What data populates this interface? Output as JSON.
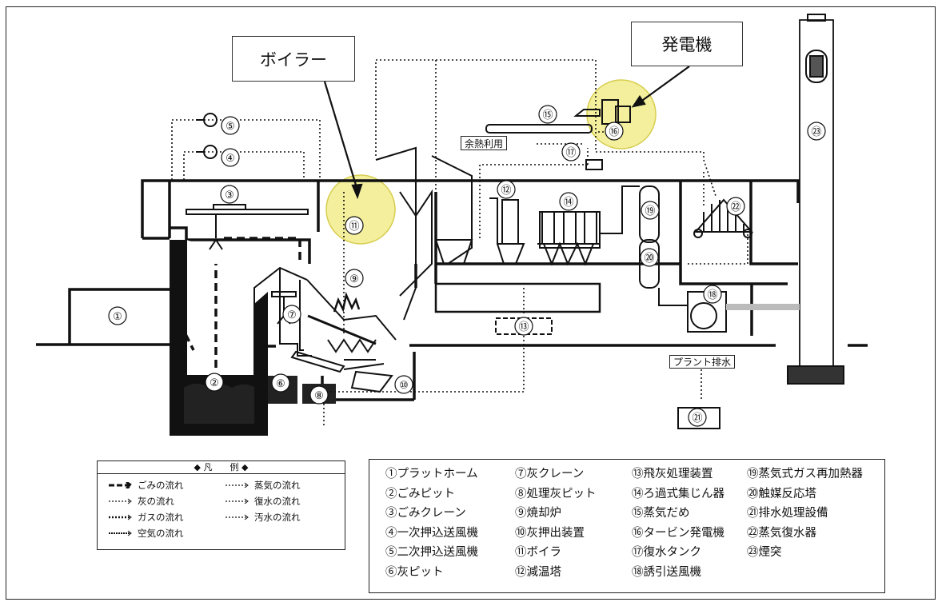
{
  "callouts": {
    "boiler": "ボイラー",
    "generator": "発電機"
  },
  "labels": {
    "waste_heat": "余熱利用",
    "plant_drain": "プラント排水"
  },
  "numbers": [
    "①",
    "②",
    "③",
    "④",
    "⑤",
    "⑥",
    "⑦",
    "⑧",
    "⑨",
    "⑩",
    "⑪",
    "⑫",
    "⑬",
    "⑭",
    "⑮",
    "⑯",
    "⑰",
    "⑱",
    "⑲",
    "⑳",
    "㉑",
    "㉒",
    "㉓"
  ],
  "legend": {
    "title": "◆ 凡　　例 ◆",
    "items": [
      {
        "style": "garbage",
        "label": "ごみの流れ"
      },
      {
        "style": "ash",
        "label": "灰の流れ"
      },
      {
        "style": "gas",
        "label": "ガスの流れ"
      },
      {
        "style": "air",
        "label": "空気の流れ"
      },
      {
        "style": "steam",
        "label": "蒸気の流れ"
      },
      {
        "style": "condensate",
        "label": "復水の流れ"
      },
      {
        "style": "sewage",
        "label": "汚水の流れ"
      }
    ]
  },
  "key": [
    [
      "①プラットホーム",
      "②ごみピット",
      "③ごみクレーン",
      "④一次押込送風機",
      "⑤二次押込送風機",
      "⑥灰ピット"
    ],
    [
      "⑦灰クレーン",
      "⑧処理灰ピット",
      "⑨焼却炉",
      "⑩灰押出装置",
      "⑪ボイラ",
      "⑫減温塔"
    ],
    [
      "⑬飛灰処理装置",
      "⑭ろ過式集じん器",
      "⑮蒸気だめ",
      "⑯タービン発電機",
      "⑰復水タンク",
      "⑱誘引送風機"
    ],
    [
      "⑲蒸気式ガス再加熱器",
      "⑳触媒反応塔",
      "㉑排水処理設備",
      "㉒蒸気復水器",
      "㉓煙突"
    ]
  ],
  "colors": {
    "highlight": "#f3ef9c",
    "highlight_stroke": "#d7cd4f",
    "line": "#111111"
  }
}
